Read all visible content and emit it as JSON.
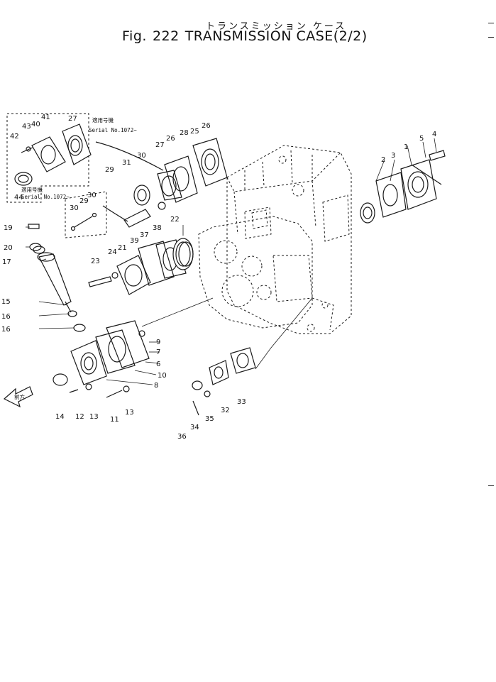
{
  "header": {
    "title_jp": "トランスミッション ケース",
    "fig_label": "Fig.",
    "fig_number": "222",
    "fig_title": "TRANSMISSION CASE(2/2)"
  },
  "notes": {
    "upper_applicable_jp": "適用号機",
    "upper_serial": "Serial No.1072~",
    "lower_applicable_jp": "適用号機",
    "lower_serial": "Serial No.1072~",
    "front_arrow_jp": "前方"
  },
  "callouts": [
    "1",
    "2",
    "3",
    "4",
    "5",
    "6",
    "7",
    "8",
    "9",
    "10",
    "11",
    "12",
    "13",
    "13",
    "13",
    "14",
    "15",
    "16",
    "16",
    "17",
    "19",
    "20",
    "21",
    "22",
    "23",
    "24",
    "25",
    "26",
    "26",
    "27",
    "27",
    "28",
    "29",
    "29",
    "30",
    "30",
    "30",
    "31",
    "32",
    "33",
    "34",
    "35",
    "36",
    "37",
    "38",
    "39",
    "40",
    "41",
    "42",
    "43",
    "44"
  ]
}
